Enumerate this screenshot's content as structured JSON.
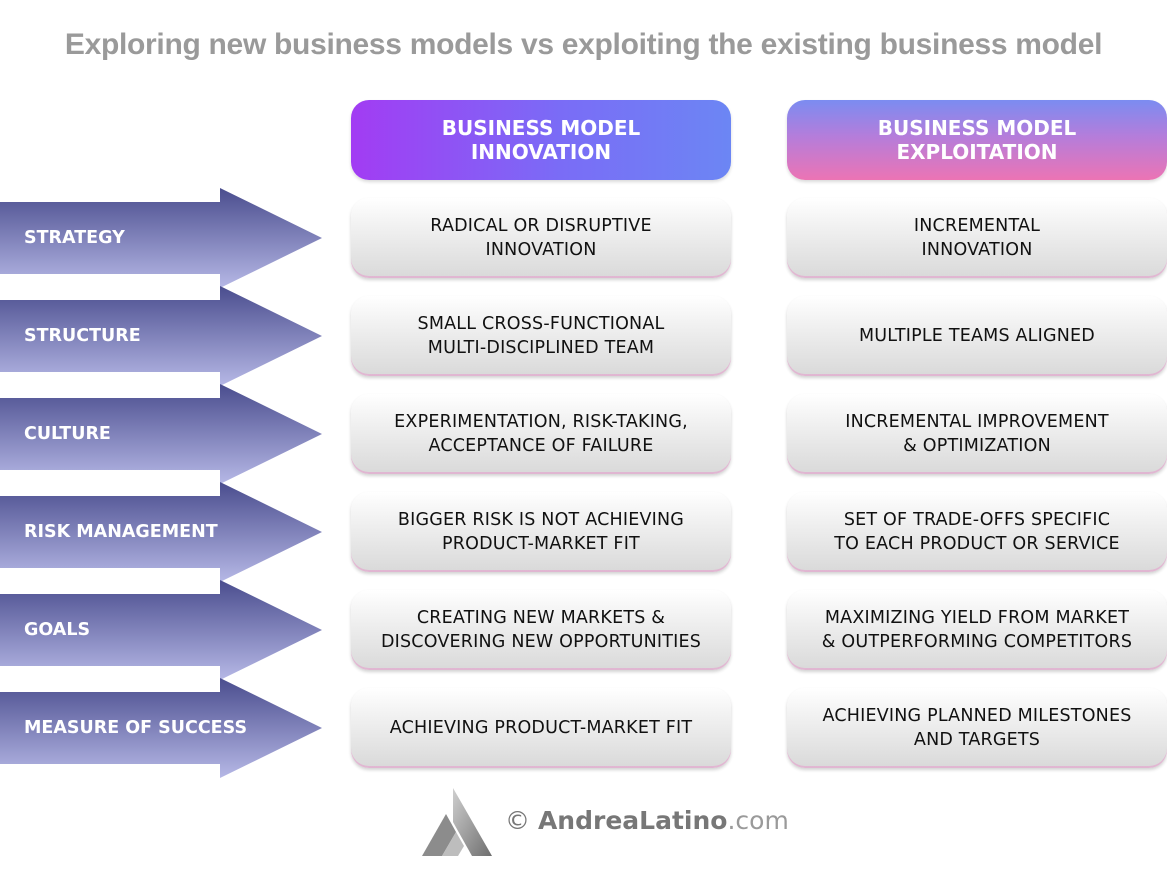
{
  "title": "Exploring new business models vs exploiting the existing business model",
  "columns": {
    "innovation": {
      "line1": "BUSINESS MODEL",
      "line2": "INNOVATION"
    },
    "exploitation": {
      "line1": "BUSINESS MODEL",
      "line2": "EXPLOITATION"
    }
  },
  "rows": [
    {
      "label": "STRATEGY",
      "innovation": [
        "RADICAL OR DISRUPTIVE",
        "INNOVATION"
      ],
      "exploitation": [
        "INCREMENTAL",
        "INNOVATION"
      ]
    },
    {
      "label": "STRUCTURE",
      "innovation": [
        "SMALL CROSS-FUNCTIONAL",
        "MULTI-DISCIPLINED TEAM"
      ],
      "exploitation": [
        "MULTIPLE TEAMS ALIGNED"
      ]
    },
    {
      "label": "CULTURE",
      "innovation": [
        "EXPERIMENTATION, RISK-TAKING,",
        "ACCEPTANCE OF FAILURE"
      ],
      "exploitation": [
        "INCREMENTAL IMPROVEMENT",
        "& OPTIMIZATION"
      ]
    },
    {
      "label": "RISK MANAGEMENT",
      "innovation": [
        "BIGGER RISK IS NOT ACHIEVING",
        "PRODUCT-MARKET FIT"
      ],
      "exploitation": [
        "SET OF TRADE-OFFS SPECIFIC",
        "TO EACH PRODUCT OR SERVICE"
      ]
    },
    {
      "label": "GOALS",
      "innovation": [
        "CREATING NEW MARKETS &",
        "DISCOVERING NEW OPPORTUNITIES"
      ],
      "exploitation": [
        "MAXIMIZING YIELD FROM MARKET",
        "& OUTPERFORMING COMPETITORS"
      ]
    },
    {
      "label": "MEASURE OF SUCCESS",
      "innovation": [
        "ACHIEVING PRODUCT-MARKET FIT"
      ],
      "exploitation": [
        "ACHIEVING PLANNED MILESTONES",
        "AND TARGETS"
      ]
    }
  ],
  "footer": {
    "copyright": "©",
    "brand_bold": "AndreaLatino",
    "brand_light": ".com",
    "logo_icon": "andrea-latino-logo-icon"
  },
  "colors": {
    "title": "#9a9a9a",
    "arrow_dark": "#4a4d8e",
    "arrow_light": "#b6b8e6",
    "innovation_header": "#a23cf3",
    "exploitation_header": "#ec74b4"
  }
}
